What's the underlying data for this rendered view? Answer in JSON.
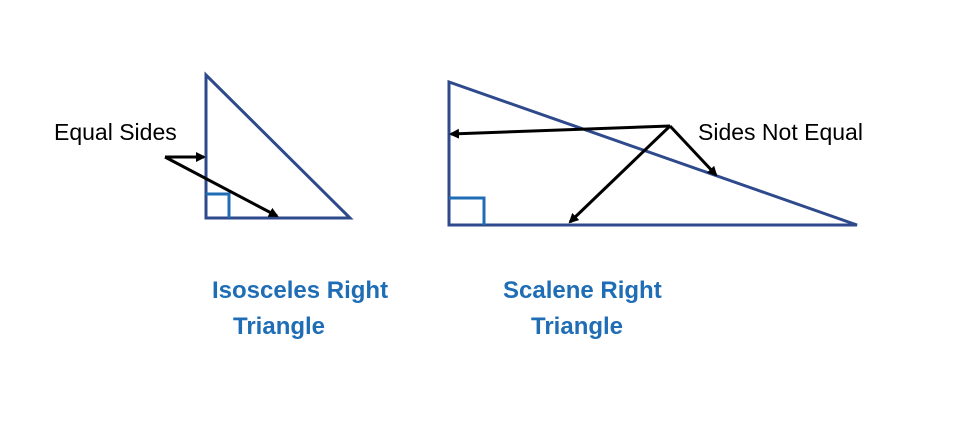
{
  "colors": {
    "triangle_stroke": "#2e4a8c",
    "right_angle_mark": "#1f6db5",
    "arrow": "#000000",
    "caption": "#1f6db5"
  },
  "isosceles": {
    "annotation": "Equal Sides",
    "caption_line1": "Isosceles Right",
    "caption_line2": "Triangle"
  },
  "scalene": {
    "annotation": "Sides Not Equal",
    "caption_line1": "Scalene Right",
    "caption_line2": "Triangle"
  }
}
